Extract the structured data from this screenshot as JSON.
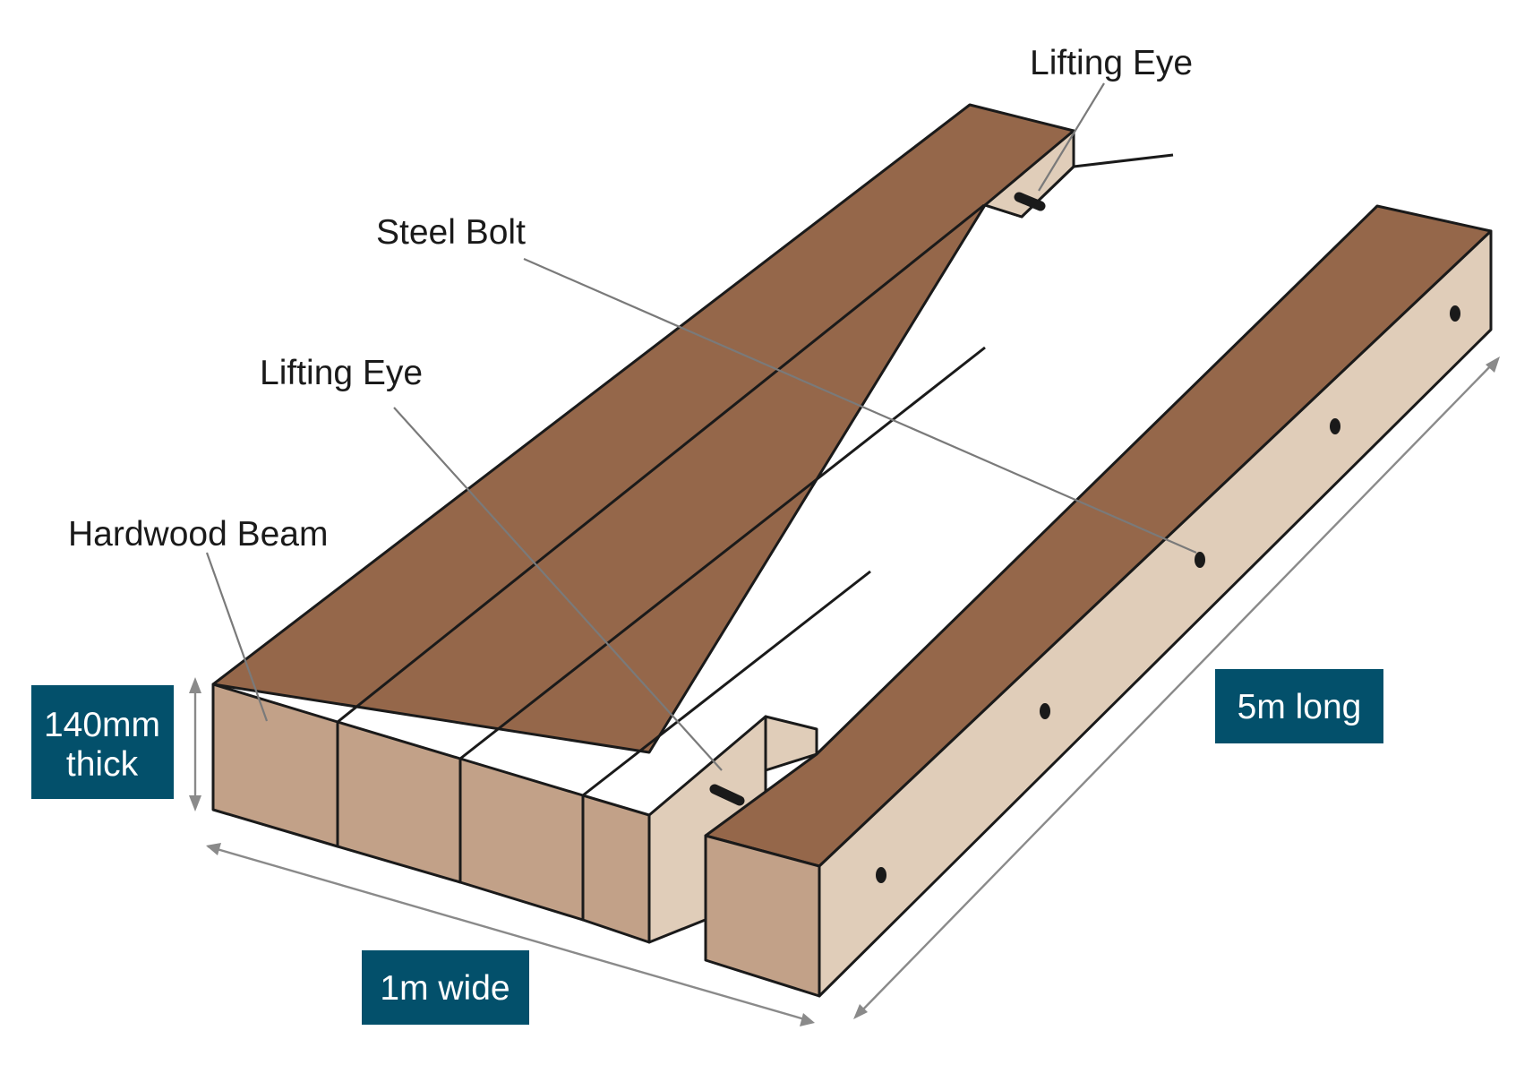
{
  "labels": {
    "lifting_eye_top": "Lifting Eye",
    "steel_bolt": "Steel Bolt",
    "lifting_eye_front": "Lifting Eye",
    "hardwood_beam": "Hardwood Beam"
  },
  "dimensions": {
    "thickness_line1": "140mm",
    "thickness_line2": "thick",
    "width": "1m wide",
    "length": "5m long"
  },
  "colors": {
    "beam_top": "#95674a",
    "beam_end": "#c2a188",
    "beam_side": "#e0cdb9",
    "badge": "#03506b",
    "leader": "#7a7a7a"
  }
}
